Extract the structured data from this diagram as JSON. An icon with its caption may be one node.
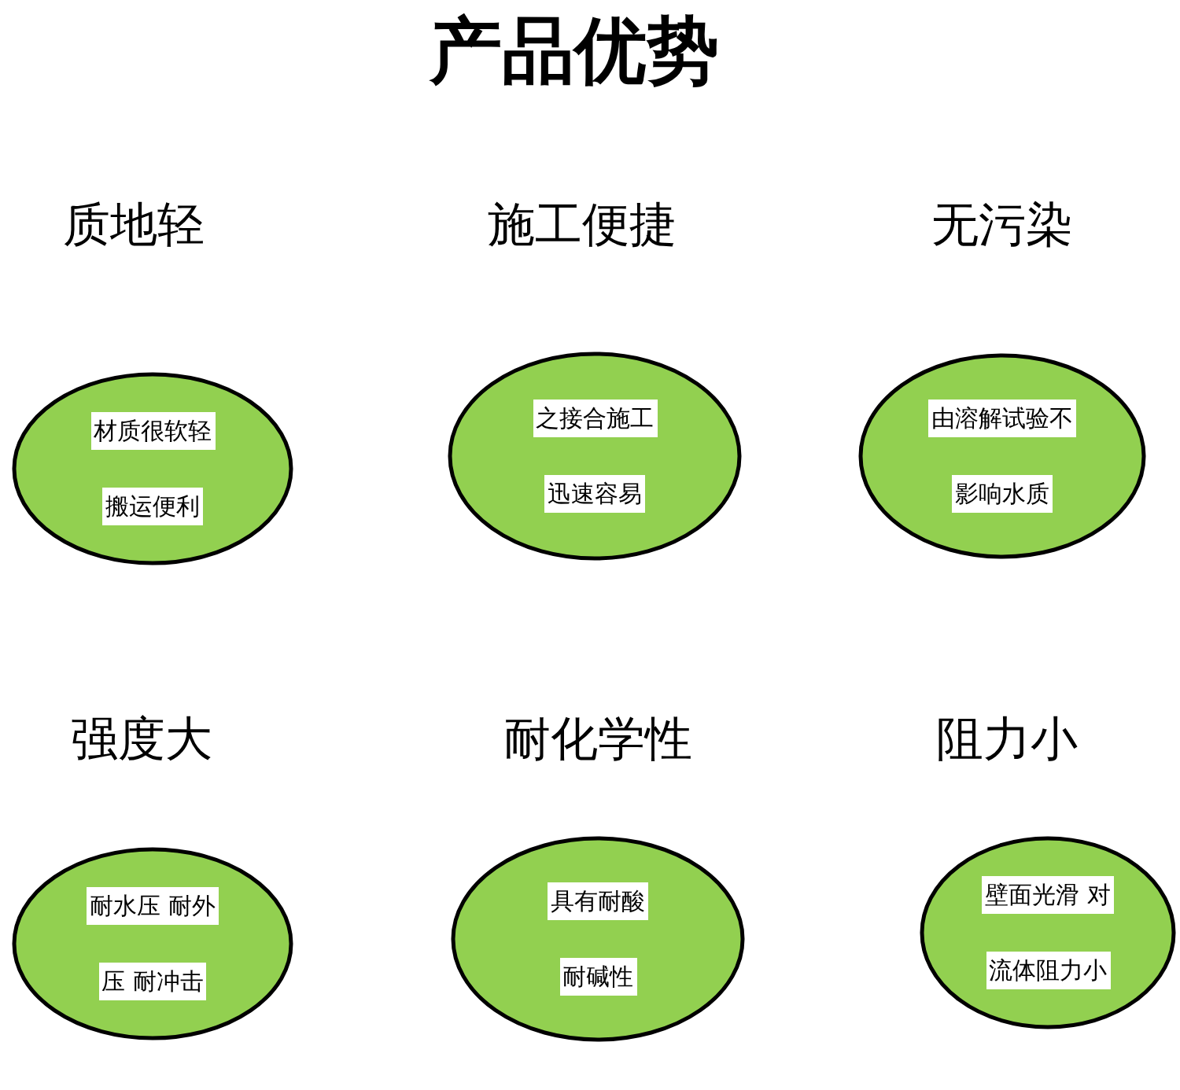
{
  "diagram": {
    "title": "产品优势",
    "nodes": [
      {
        "text": [
          "质地轻",
          "材质很软轻搬运便利"
        ]
      },
      {
        "text": [
          "施工便捷",
          "之接合施工迅速容易"
        ]
      },
      {
        "text": [
          "无污染",
          "由溶解试验不影响水质"
        ]
      },
      {
        "text": [
          "强度大",
          "耐水压 耐外压 耐冲击"
        ]
      },
      {
        "text": [
          "耐化学性",
          "具有耐酸耐碱性"
        ]
      },
      {
        "text": [
          "阻力小",
          "壁面光滑 对流体阻力小"
        ]
      }
    ]
  }
}
